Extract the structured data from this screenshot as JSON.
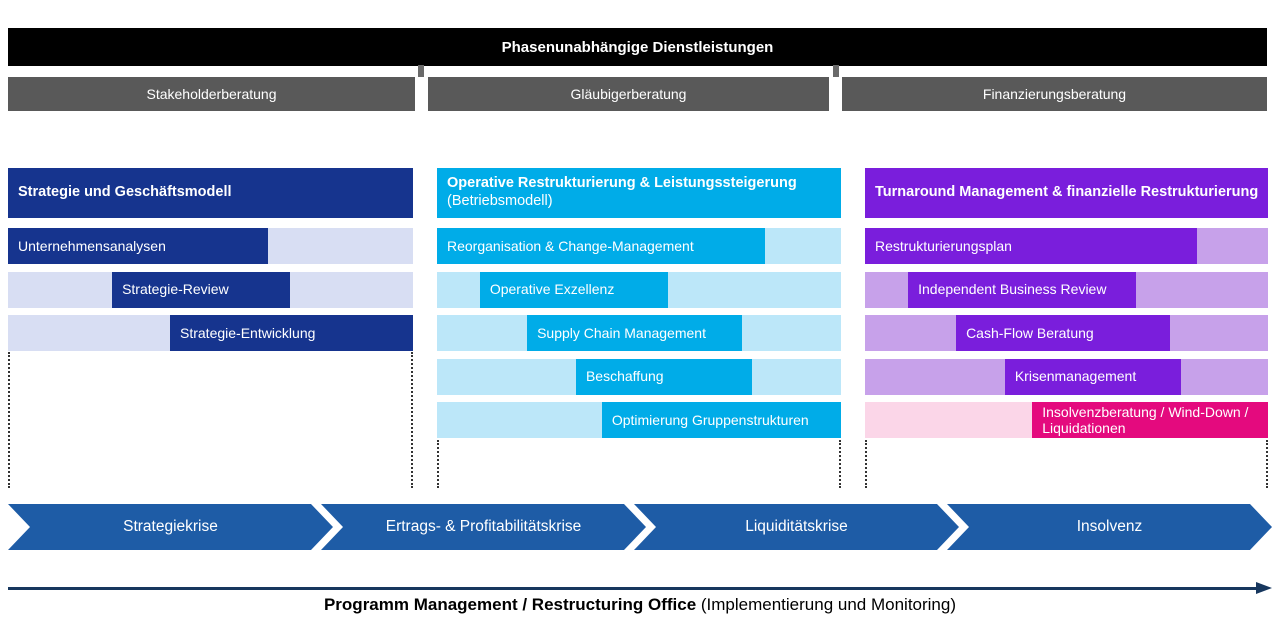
{
  "top_banner": {
    "label": "Phasenunabhängige Dienstleistungen",
    "bg": "#000000",
    "text_color": "#FFFFFF"
  },
  "service_bars": {
    "bg": "#595959",
    "items": [
      {
        "label": "Stakeholderberatung"
      },
      {
        "label": "Gläubigerberatung"
      },
      {
        "label": "Finanzierungsberatung"
      }
    ]
  },
  "columns": [
    {
      "title": "Strategie und Geschäftsmodell",
      "subtitle": "",
      "header_bg": "#16348E",
      "segment_bg": "#16348E",
      "track_bg": "#D8DEF3",
      "rows": [
        {
          "label": "Unternehmensanalysen",
          "start_pct": 0,
          "end_pct": 64.2
        },
        {
          "label": "Strategie-Review",
          "start_pct": 25.7,
          "end_pct": 69.6
        },
        {
          "label": "Strategie-Entwicklung",
          "start_pct": 40,
          "end_pct": 100
        }
      ]
    },
    {
      "title": "Operative Restrukturierung & Leistungssteigerung",
      "subtitle": "(Betriebsmodell)",
      "header_bg": "#00ACE8",
      "segment_bg": "#00ACE8",
      "track_bg": "#BCE7F9",
      "rows": [
        {
          "label": "Reorganisation & Change-Management",
          "start_pct": 0,
          "end_pct": 81.2
        },
        {
          "label": "Operative Exzellenz",
          "start_pct": 10.6,
          "end_pct": 57.2
        },
        {
          "label": "Supply Chain Management",
          "start_pct": 22.3,
          "end_pct": 75.5
        },
        {
          "label": "Beschaffung",
          "start_pct": 34.4,
          "end_pct": 78
        },
        {
          "label": "Optimierung Gruppenstrukturen",
          "start_pct": 40.8,
          "end_pct": 100
        }
      ]
    },
    {
      "title": "Turnaround Management & finanzielle Restrukturierung",
      "subtitle": "",
      "header_bg": "#7A1EDC",
      "segment_bg": "#7A1EDC",
      "track_bg": "#C7A1EA",
      "rows": [
        {
          "label": "Restrukturierungsplan",
          "start_pct": 0,
          "end_pct": 82.4
        },
        {
          "label": "Independent Business Review",
          "start_pct": 10.7,
          "end_pct": 67.2
        },
        {
          "label": "Cash-Flow Beratung",
          "start_pct": 22.6,
          "end_pct": 75.7
        },
        {
          "label": "Krisenmanagement",
          "start_pct": 34.7,
          "end_pct": 78.3
        },
        {
          "label": "Insolvenzberatung / Wind-Down / Liquidationen",
          "start_pct": 41.5,
          "end_pct": 100,
          "segment_bg": "#E40A7E",
          "track_bg": "#FBD6E8"
        }
      ]
    }
  ],
  "phase_arrows": {
    "bg": "#1E5CA6",
    "items": [
      {
        "label": "Strategiekrise"
      },
      {
        "label": "Ertrags- & Profitabilitätskrise"
      },
      {
        "label": "Liquiditätskrise"
      },
      {
        "label": "Insolvenz"
      }
    ]
  },
  "footer": {
    "arrow_color": "#17375E",
    "title_bold": "Programm Management / Restructuring Office",
    "title_regular": " (Implementierung und Monitoring)"
  },
  "misc": {
    "connector_tab_color": "#6A6A6A",
    "dotted_line_color": "#333333"
  }
}
